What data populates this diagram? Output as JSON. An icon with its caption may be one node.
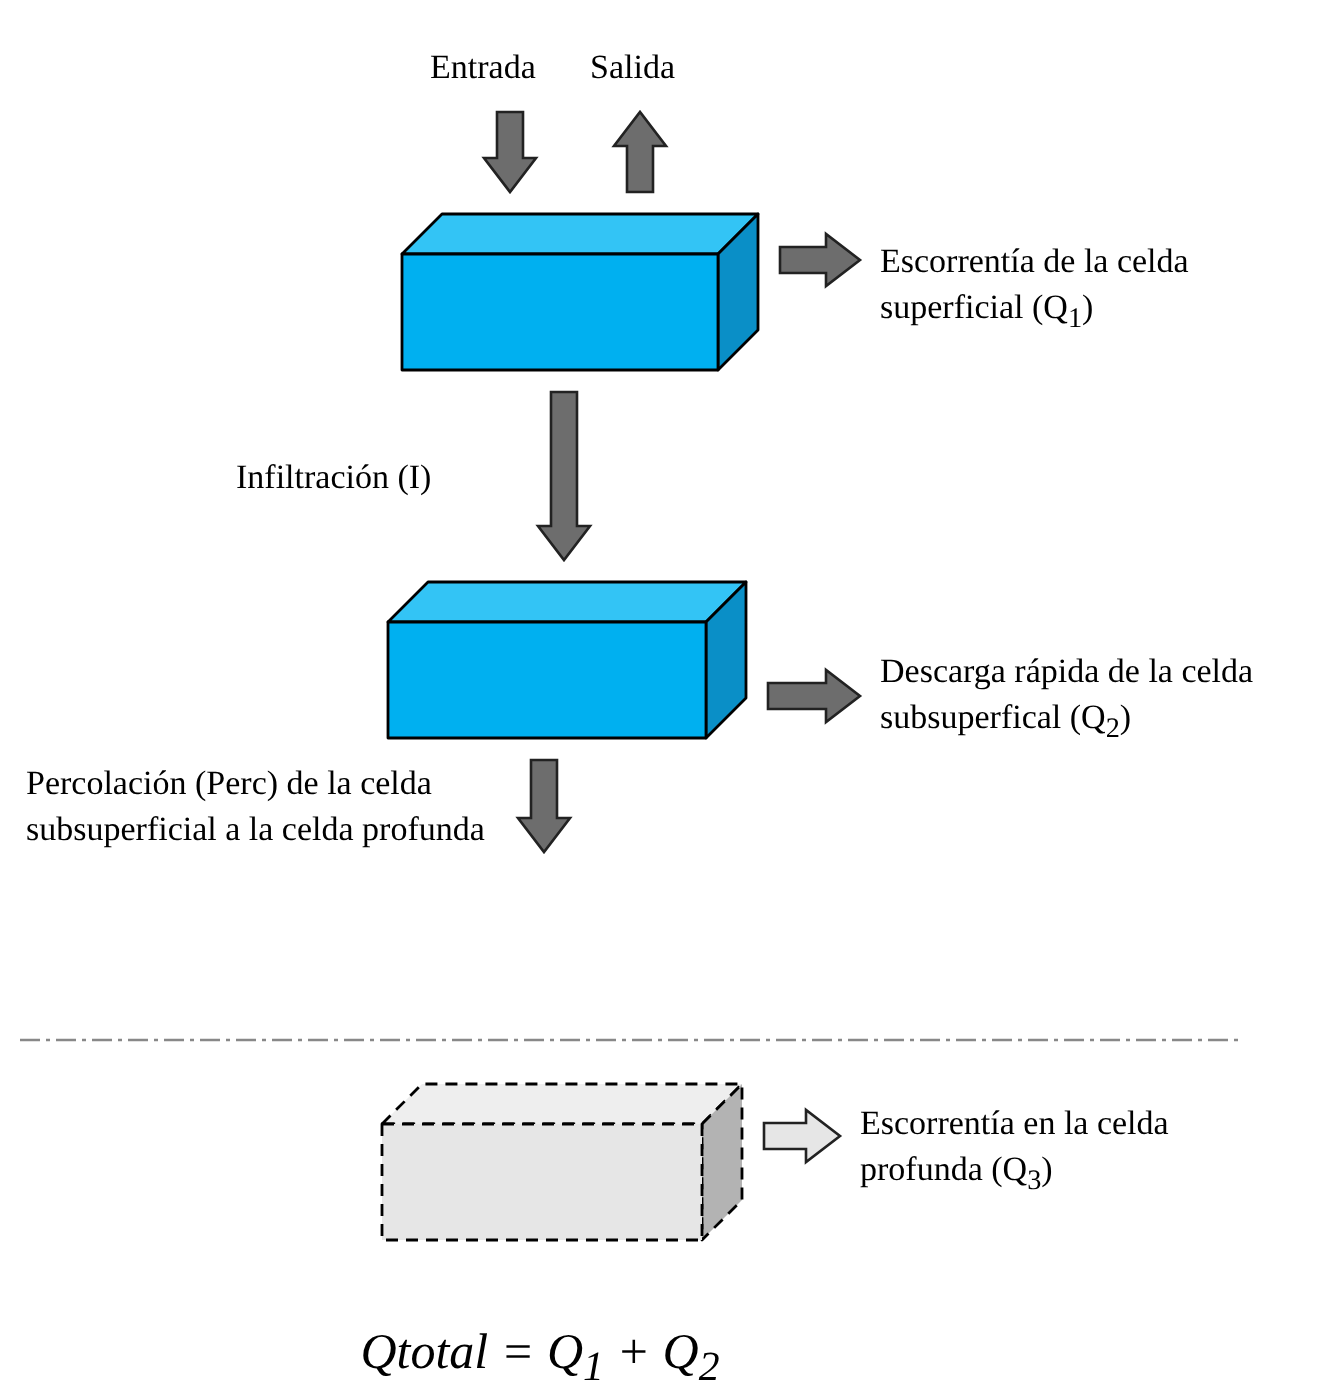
{
  "diagram": {
    "nodes": [
      {
        "text": [
          "Entrada"
        ]
      },
      {
        "text": [
          "Salida"
        ]
      },
      {
        "text": [],
        "shape": "box"
      },
      {
        "text": [
          "Escorrentía de la celda superficial (Q$_{1}$)"
        ]
      },
      {
        "text": [],
        "shape": "box"
      },
      {
        "text": [
          "Descarga rápida de la celda subsuperfical (Q$_{2}$)"
        ]
      },
      {
        "text": [],
        "shape": "box"
      },
      {
        "text": [
          "Escorrentía en la celda profunda (Q$_{3}$)"
        ]
      }
    ],
    "edges": [
      {
        "from": 0,
        "to": 2,
        "arrow": "to"
      },
      {
        "from": 2,
        "to": 1,
        "arrow": "to"
      },
      {
        "from": 2,
        "to": 3,
        "arrow": "to"
      },
      {
        "from": 2,
        "to": 4,
        "arrow": "to",
        "label": "Infiltración (I)"
      },
      {
        "from": 4,
        "to": 5,
        "arrow": "to"
      },
      {
        "from": 4,
        "to": null,
        "arrow": "to",
        "label": "Percolación (Perc) de la celda subsuperficial a la celda profunda"
      },
      {
        "from": 6,
        "to": 7,
        "arrow": "to",
        "color": "#e6e6e6"
      }
    ],
    "labels": [
      "Qtotal = Q$_{1}$ + Q$_{2}$"
    ]
  }
}
